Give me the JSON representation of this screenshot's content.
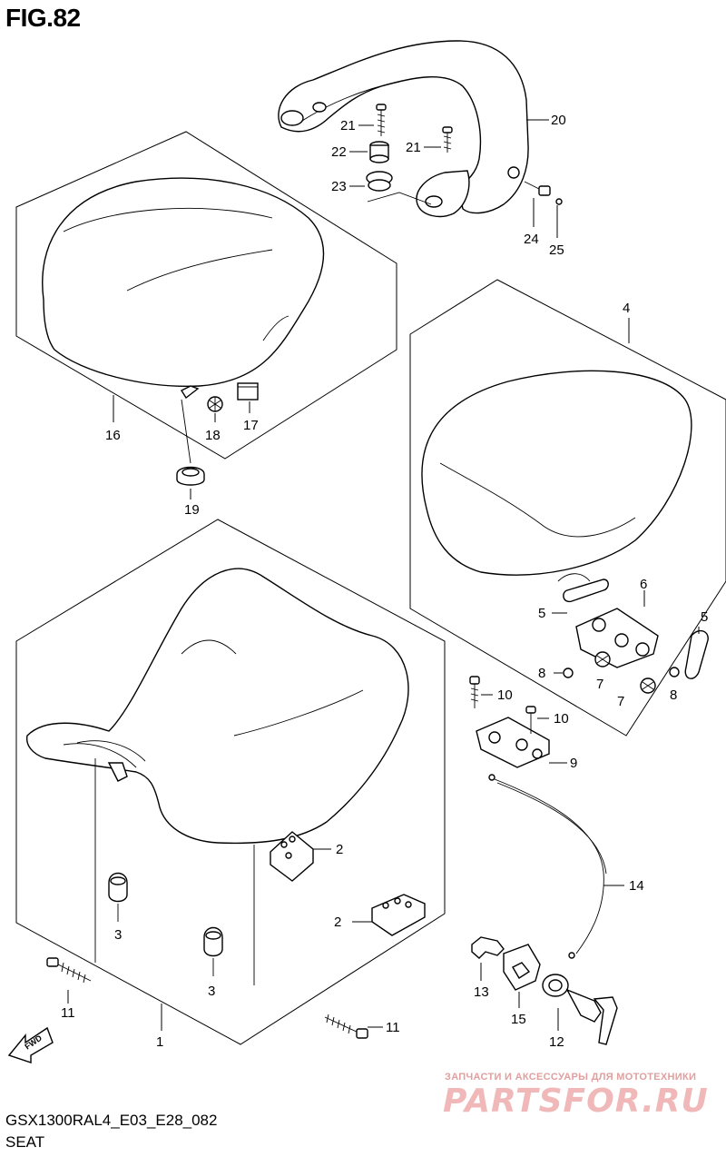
{
  "figure": {
    "title": "FIG.82",
    "model_code": "GSX1300RAL4_E03_E28_082",
    "section_title": "SEAT"
  },
  "watermark": {
    "tagline": "ЗАПЧАСТИ И АКСЕССУАРЫ ДЛЯ МОТОТЕХНИКИ",
    "logo_text": "PARTSFOR.RU"
  },
  "fwd_label": "FWD",
  "callouts": [
    "1",
    "2",
    "2",
    "3",
    "3",
    "4",
    "5",
    "5",
    "6",
    "7",
    "7",
    "8",
    "8",
    "9",
    "10",
    "10",
    "11",
    "11",
    "12",
    "13",
    "14",
    "15",
    "16",
    "17",
    "18",
    "19",
    "20",
    "21",
    "21",
    "22",
    "23",
    "24",
    "25"
  ]
}
